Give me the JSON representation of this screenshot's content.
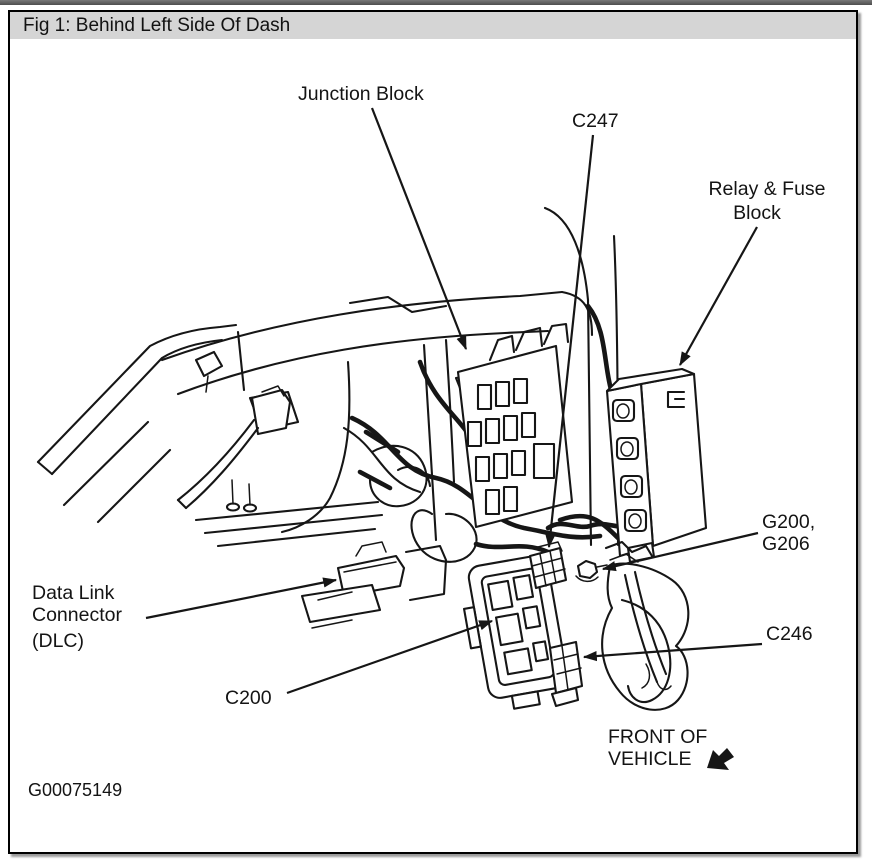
{
  "chrome": {
    "title": "Fig 1: Behind Left Side Of Dash",
    "titlebar_bg": "#d5d5d5",
    "top_bar_color": "#4e4e4e",
    "ink_color": "#161616"
  },
  "figure": {
    "id": "G00075149",
    "labels": {
      "junction_block": "Junction Block",
      "c247": "C247",
      "relay_fuse_line1": "Relay & Fuse",
      "relay_fuse_line2": "Block",
      "dlc_line1": "Data Link",
      "dlc_line2": "Connector",
      "dlc_line3": "(DLC)",
      "c200": "C200",
      "ground_line1": "G200,",
      "ground_line2": "G206",
      "c246": "C246",
      "front_line1": "FRONT OF",
      "front_line2": "VEHICLE"
    }
  }
}
